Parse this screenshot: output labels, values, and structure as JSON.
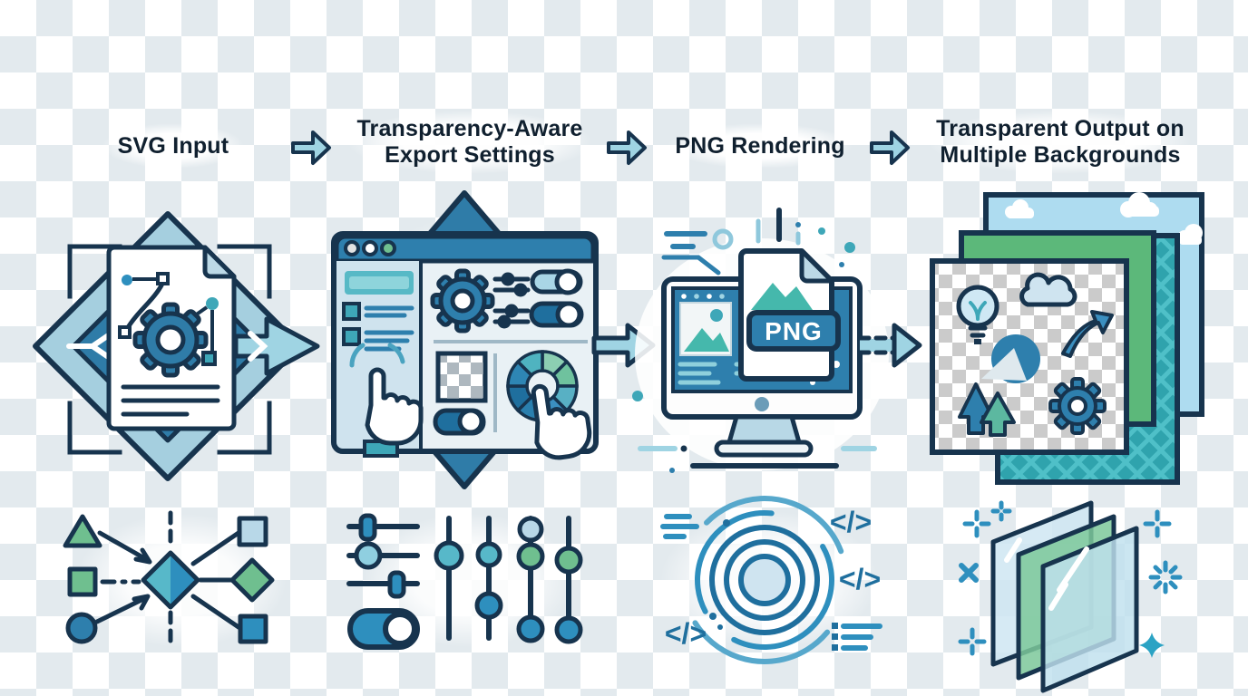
{
  "palette": {
    "checker_light": "#ffffff",
    "checker_dark": "#e3eaee",
    "outline_navy": "#17344e",
    "title_text": "#10202f",
    "blue_mid": "#2e7fad",
    "blue_deep": "#1f6f9e",
    "blue_light": "#a9d6e6",
    "blue_pale": "#cfe3ee",
    "teal": "#45b8ac",
    "teal_bright": "#3ea7b8",
    "green": "#6fbf8f",
    "green_layer": "#5cb87a",
    "sky": "#aedcf0",
    "arrow_fill": "#9fd4e3"
  },
  "header": {
    "steps": [
      {
        "line1": "SVG Input",
        "line2": ""
      },
      {
        "line1": "Transparency-Aware",
        "line2": "Export Settings"
      },
      {
        "line1": "PNG Rendering",
        "line2": ""
      },
      {
        "line1": "Transparent Output on",
        "line2": "Multiple Backgrounds"
      }
    ]
  },
  "png_file": {
    "badge": "PNG"
  },
  "decor": {
    "code_glyph": "</>"
  },
  "icons": {
    "step_arrow": "right-arrow",
    "window_buttons": [
      "gray-dot",
      "white-dot",
      "green-dot"
    ]
  }
}
